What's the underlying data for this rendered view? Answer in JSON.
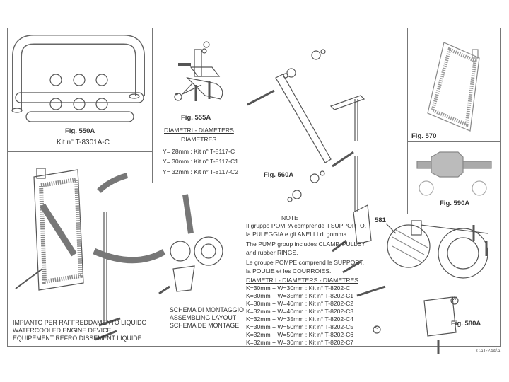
{
  "fig550a": {
    "title": "Fig. 550A",
    "kit": "Kit n° T-8301A-C"
  },
  "fig555a": {
    "title": "Fig. 555A",
    "heading1": "DIAMETRI - DIAMETERS",
    "heading2": "DIAMETRES",
    "label_y": "Y",
    "rows": [
      "Y= 28mm : Kit n° T-8117-C",
      "Y= 30mm : Kit n° T-8117-C1",
      "Y= 32mm : Kit n° T-8117-C2"
    ]
  },
  "fig560a": {
    "title": "Fig. 560A"
  },
  "fig570": {
    "title": "Fig. 570"
  },
  "fig590a": {
    "title": "Fig. 590A"
  },
  "layout": {
    "caption": [
      "IMPIANTO PER RAFFREDDAMENTO LIQUIDO",
      "WATERCOOLED ENGINE DEVICE",
      "EQUIPEMENT REFROIDISSEMENT LIQUIDE"
    ],
    "schema": [
      "SCHEMA DI MONTAGGIO",
      "ASSEMBLING LAYOUT",
      "SCHEMA DE MONTAGE"
    ]
  },
  "note": {
    "title": "NOTE",
    "it": [
      "Il gruppo POMPA comprende il SUPPORTO,",
      "la PULEGGIA e gli ANELLI di gomma."
    ],
    "en": [
      "The PUMP group includes CLAMP, PULLEY",
      "and rubber RINGS."
    ],
    "fr": [
      "Le groupe POMPE comprend le SUPPORT,",
      "la POULIE et les COURROIES."
    ],
    "diam_heading": "DIAMETR I - DIAMETERS - DIAMETRES",
    "rows": [
      "K=30mm + W=30mm : Kit n° T-8202-C",
      "K=30mm + W=35mm : Kit n° T-8202-C1",
      "K=30mm + W=40mm : Kit n° T-8202-C2",
      "K=32mm + W=40mm : Kit n° T-8202-C3",
      "K=32mm + W=35mm : Kit n° T-8202-C4",
      "K=30mm + W=50mm : Kit n° T-8202-C5",
      "K=32mm + W=50mm : Kit n° T-8202-C6",
      "K=32mm + W=30mm : Kit n° T-8202-C7"
    ]
  },
  "fig580a": {
    "title": "Fig. 580A",
    "part": "581",
    "label_k": "K",
    "label_w": "W"
  },
  "footer": {
    "code": "CAT-244/A"
  }
}
